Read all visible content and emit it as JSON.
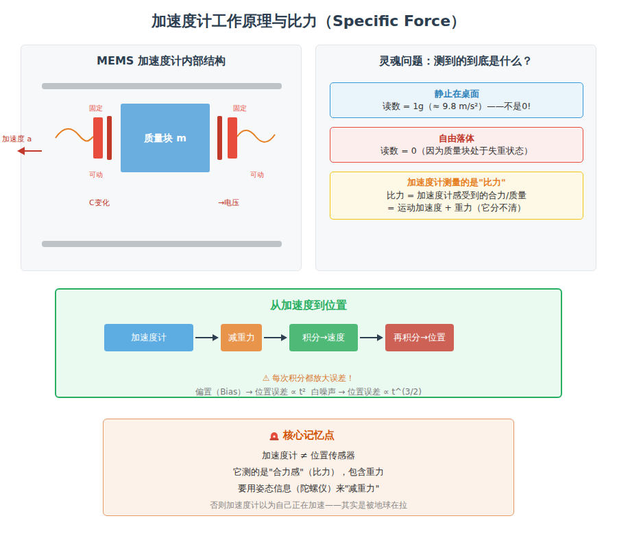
{
  "diagram": {
    "title": "加速度计工作原理与比力（Specific Force）",
    "nodes": [
      {
        "text": [
          "MEMS 加速度计内部结构"
        ]
      },
      {
        "text": [
          "质量块 m"
        ],
        "in": 0
      },
      {
        "text": [
          "灵魂问题：测到的到底是什么？"
        ]
      },
      {
        "text": [
          "静止在桌面",
          "读数 = 1g（≈ 9.8 m/s²）——不是0!"
        ],
        "in": 2
      },
      {
        "text": [
          "自由落体",
          "读数 = 0（因为质量块处于失重状态）"
        ],
        "in": 2
      },
      {
        "text": [
          "加速度计测量的是\"比力\"",
          "比力 = 加速度计感受到的合力/质量",
          "= 运动加速度 + 重力（它分不清）"
        ],
        "in": 2
      },
      {
        "text": [
          "从加速度到位置",
          "⚠ 每次积分都放大误差！",
          "偏置（Bias）→ 位置误差 ∝ t²  白噪声 → 位置误差 ∝ t^(3/2)"
        ]
      },
      {
        "text": [
          "加速度计"
        ],
        "in": 6
      },
      {
        "text": [
          "减重力"
        ],
        "in": 6
      },
      {
        "text": [
          "积分→速度"
        ],
        "in": 6
      },
      {
        "text": [
          "再积分→位置"
        ],
        "in": 6
      },
      {
        "text": [
          "核心记忆点",
          "加速度计 ≠ 位置传感器",
          "它测的是\"合力感\"（比力），包含重力",
          "要用姿态信息（陀螺仪）来\"减重力\"",
          "否则加速度计以为自己正在加速——其实是被地球在拉"
        ]
      }
    ],
    "edges": [
      {
        "from": 7,
        "to": 8,
        "arrow": "to"
      },
      {
        "from": 8,
        "to": 9,
        "arrow": "to"
      },
      {
        "from": 9,
        "to": 10,
        "arrow": "to"
      }
    ],
    "labels": [
      "固定",
      "固定",
      "可动",
      "可动",
      "C变化",
      "→电压",
      "加速度 a"
    ]
  }
}
